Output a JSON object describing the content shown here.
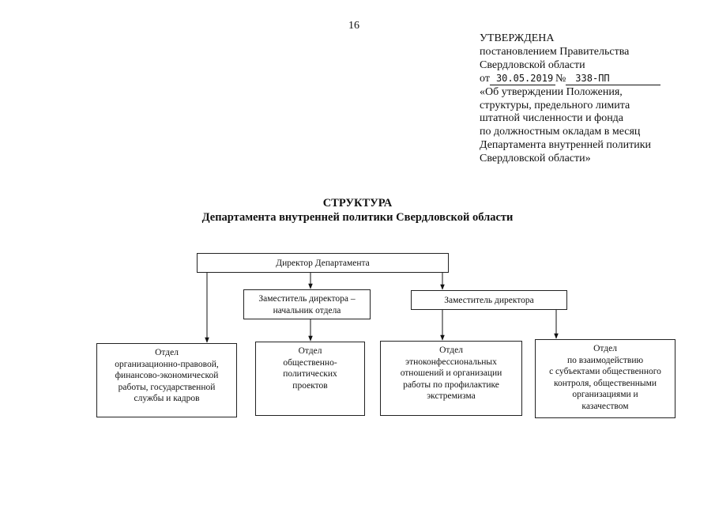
{
  "page_number": "16",
  "approval": {
    "lines_top": [
      "УТВЕРЖДЕНА",
      "постановлением Правительства",
      "Свердловской области"
    ],
    "date_prefix": "от",
    "date_value": "30.05.2019",
    "number_sign": "№",
    "number_value": "338-ПП",
    "lines_bottom": [
      "«Об утверждении Положения,",
      "структуры, предельного лимита",
      "штатной численности и фонда",
      "по должностным окладам в месяц",
      "Департамента внутренней политики",
      "Свердловской области»"
    ]
  },
  "document_title": {
    "line1": "СТРУКТУРА",
    "line2": "Департамента внутренней политики Свердловской области"
  },
  "org_chart": {
    "director": [
      "Директор Департамента"
    ],
    "deputy_head": [
      "Заместитель директора –",
      "начальник отдела"
    ],
    "deputy": [
      "Заместитель директора"
    ],
    "departments": [
      [
        "Отдел",
        "организационно-правовой,",
        "финансово-экономической",
        "работы, государственной",
        "службы и кадров"
      ],
      [
        "Отдел",
        "общественно-",
        "политических",
        "проектов"
      ],
      [
        "Отдел",
        "этноконфессиональных",
        "отношений и организации",
        "работы по профилактике",
        "экстремизма"
      ],
      [
        "Отдел",
        "по взаимодействию",
        "с субъектами общественного",
        "контроля, общественными",
        "организациями и",
        "казачеством"
      ]
    ]
  }
}
